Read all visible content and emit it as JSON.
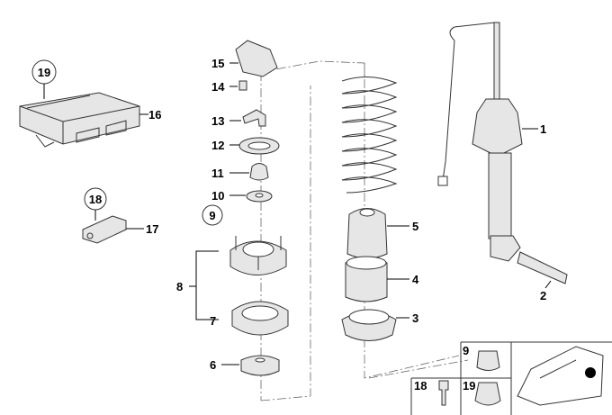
{
  "diagram": {
    "labels": {
      "l1": "1",
      "l2": "2",
      "l3": "3",
      "l4": "4",
      "l5": "5",
      "l6": "6",
      "l7": "7",
      "l8": "8",
      "l9": "9",
      "l10": "10",
      "l11": "11",
      "l12": "12",
      "l13": "13",
      "l14": "14",
      "l15": "15",
      "l16": "16",
      "l17": "17",
      "l18": "18",
      "l19": "19"
    },
    "inset": {
      "a": "9",
      "b": "18",
      "c": "19"
    }
  }
}
